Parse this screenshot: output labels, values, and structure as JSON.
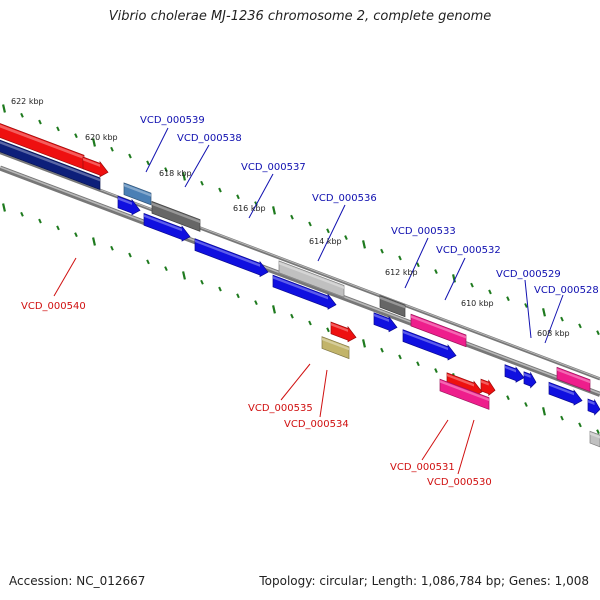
{
  "title": "Vibrio cholerae MJ-1236 chromosome 2, complete genome",
  "footer": {
    "accession": "Accession: NC_012667",
    "stats": "Topology: circular; Length: 1,086,784 bp; Genes: 1,008"
  },
  "colors": {
    "backbone": "#777777",
    "tick": "#1e7a1e",
    "label_plus": "#1010b0",
    "label_minus": "#d01010",
    "dark_navy": "#0d1f7a",
    "blue": "#1010e0",
    "steel_blue": "#4a7fb5",
    "dark_grey": "#666666",
    "light_grey": "#c0c0c0",
    "red": "#ee1010",
    "magenta": "#ee1e8c",
    "khaki": "#c2b46a"
  },
  "scale_labels": [
    "622 kbp",
    "620 kbp",
    "618 kbp",
    "616 kbp",
    "614 kbp",
    "612 kbp",
    "610 kbp",
    "608 kbp"
  ],
  "gene_labels_top": [
    "VCD_000539",
    "VCD_000538",
    "VCD_000537",
    "VCD_000536",
    "VCD_000533",
    "VCD_000532",
    "VCD_000529",
    "VCD_000528"
  ],
  "gene_labels_bottom": [
    "VCD_000540",
    "VCD_000535",
    "VCD_000534",
    "VCD_000531",
    "VCD_000530"
  ]
}
